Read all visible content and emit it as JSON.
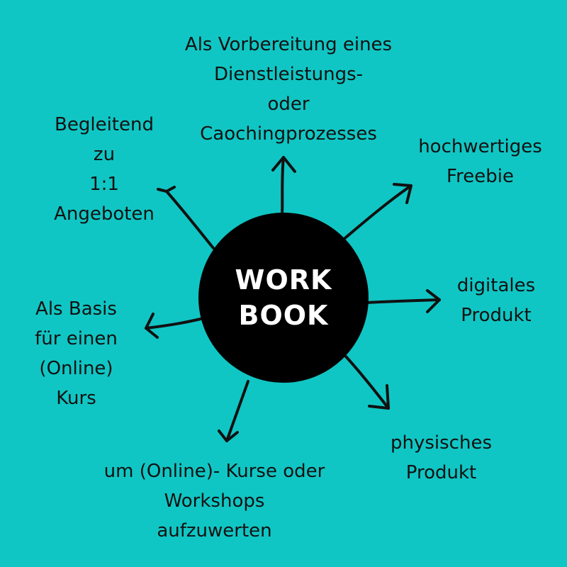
{
  "background_color": "#10C6C4",
  "hub": {
    "line1": "WORK",
    "line2": "BOOK",
    "color": "#000000",
    "text_color": "#FFFFFF"
  },
  "branches": [
    {
      "id": "top",
      "lines": [
        "Als Vorbereitung eines",
        "Dienstleistungs-",
        "oder",
        "Caochingprozesses"
      ]
    },
    {
      "id": "top-right",
      "lines": [
        "hochwertiges",
        "Freebie"
      ]
    },
    {
      "id": "right",
      "lines": [
        "digitales",
        "Produkt"
      ]
    },
    {
      "id": "bottom-right",
      "lines": [
        "physisches",
        "Produkt"
      ]
    },
    {
      "id": "bottom",
      "lines": [
        "um (Online)- Kurse oder",
        "Workshops",
        "aufzuwerten"
      ]
    },
    {
      "id": "left",
      "lines": [
        "Als Basis",
        "für einen",
        "(Online)",
        "Kurs"
      ]
    },
    {
      "id": "top-left",
      "lines": [
        "Begleitend",
        "zu",
        "1:1",
        "Angeboten"
      ]
    }
  ],
  "arrow_color": "#111111"
}
